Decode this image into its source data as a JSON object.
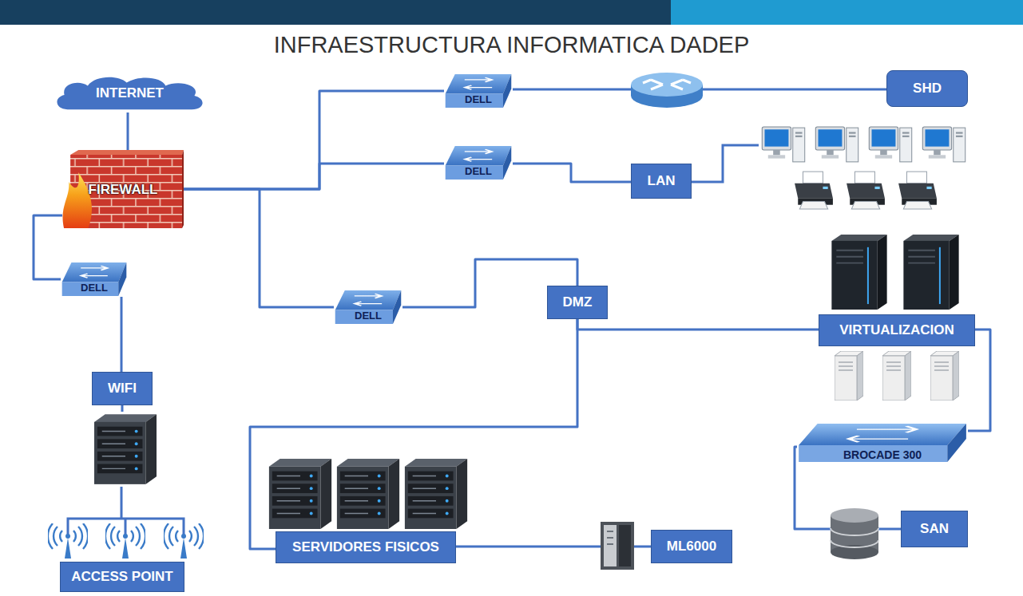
{
  "diagram": {
    "title": "INFRAESTRUCTURA INFORMATICA DADEP",
    "nodes": [
      {
        "text": [
          "INTERNET"
        ]
      },
      {
        "text": [
          "DELL"
        ]
      },
      {
        "text": [
          "SHD"
        ]
      },
      {
        "text": [
          "FIREWALL"
        ]
      },
      {
        "text": [
          "DELL"
        ]
      },
      {
        "text": [
          "LAN"
        ]
      },
      {
        "text": [
          "DELL"
        ]
      },
      {
        "text": [
          "DELL"
        ]
      },
      {
        "text": [
          "DMZ"
        ]
      },
      {
        "text": [
          "VIRTUALIZACION"
        ]
      },
      {
        "text": [
          "WIFI"
        ]
      },
      {
        "text": [
          "BROCADE 300"
        ]
      },
      {
        "text": [
          "SERVIDORES FISICOS"
        ]
      },
      {
        "text": [
          "ML6000"
        ]
      },
      {
        "text": [
          "SAN"
        ]
      },
      {
        "text": [
          "ACCESS POINT"
        ]
      }
    ],
    "edges": [
      {
        "from": 0,
        "to": 3,
        "arrow": "none"
      },
      {
        "from": 3,
        "to": 1,
        "arrow": "none"
      },
      {
        "from": 3,
        "to": 4,
        "arrow": "none"
      },
      {
        "from": 3,
        "to": 6,
        "arrow": "none"
      },
      {
        "from": 3,
        "to": 7,
        "arrow": "none"
      },
      {
        "from": 1,
        "to": 2,
        "arrow": "none"
      },
      {
        "from": 4,
        "to": 5,
        "arrow": "none"
      },
      {
        "from": 6,
        "to": 10,
        "arrow": "none"
      },
      {
        "from": 7,
        "to": 8,
        "arrow": "none"
      },
      {
        "from": 8,
        "to": 9,
        "arrow": "none"
      },
      {
        "from": 8,
        "to": 12,
        "arrow": "none"
      },
      {
        "from": 12,
        "to": 13,
        "arrow": "none"
      },
      {
        "from": 9,
        "to": 11,
        "arrow": "none"
      },
      {
        "from": 11,
        "to": 14,
        "arrow": "none"
      }
    ]
  }
}
